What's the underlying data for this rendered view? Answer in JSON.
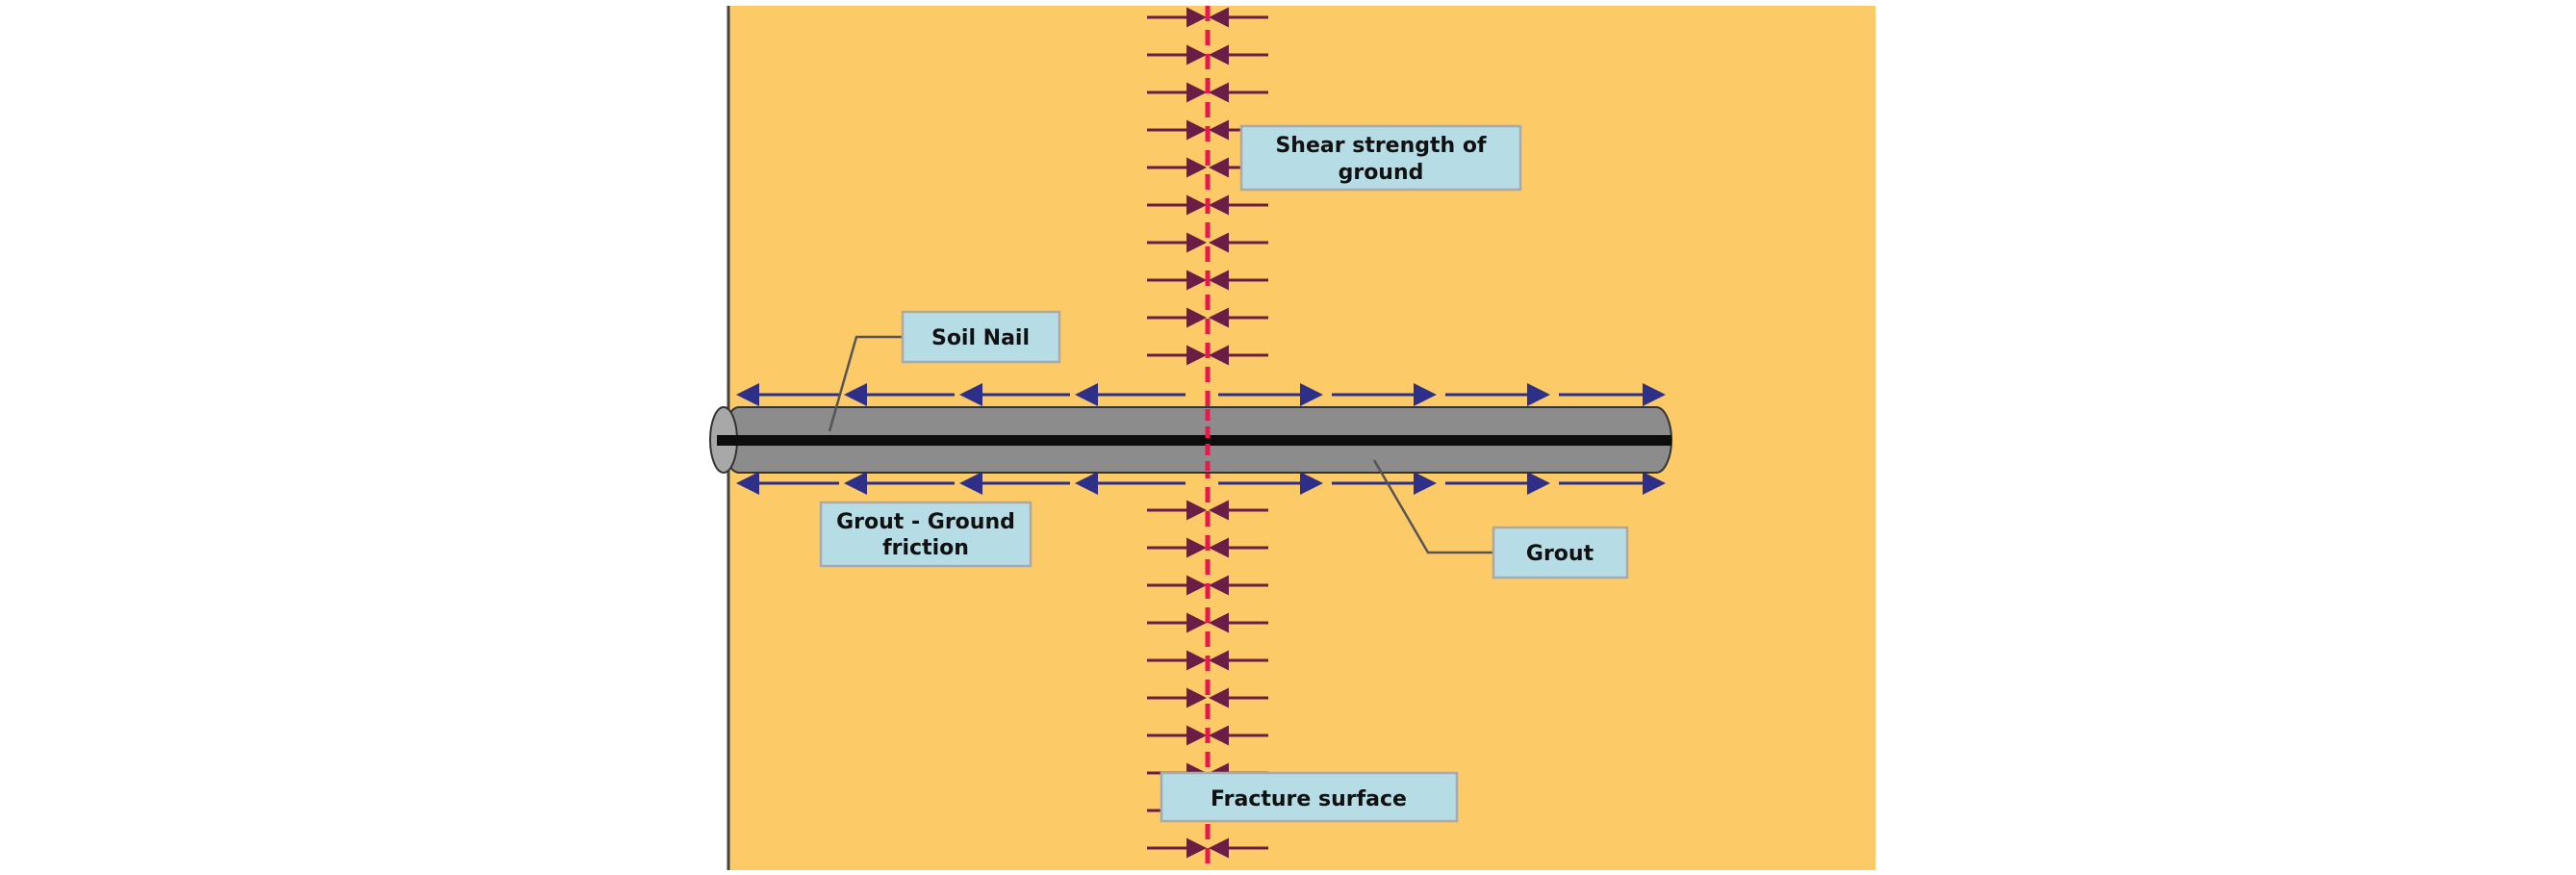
{
  "colors": {
    "ground": "#fccb67",
    "fracture": "#e8184f",
    "shear_arrow": "#6b1d45",
    "friction_arrow": "#2e2f88",
    "nail": "#0d0d0d",
    "grout_body": "#8c8c8c",
    "label_fill": "#b6dde6",
    "label_border": "#a9a9a9",
    "leader": "#555555"
  },
  "labels": {
    "shear_strength_line1": "Shear strength of",
    "shear_strength_line2": "ground",
    "soil_nail": "Soil Nail",
    "grout_friction_line1": "Grout - Ground",
    "grout_friction_line2": "friction",
    "grout": "Grout",
    "fracture_surface": "Fracture surface"
  }
}
